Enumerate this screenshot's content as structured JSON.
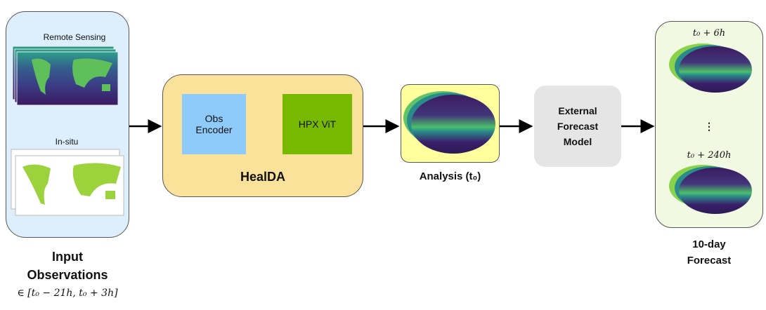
{
  "input": {
    "remote_label": "Remote Sensing",
    "insitu_label": "In-situ",
    "title_line1": "Input",
    "title_line2": "Observations",
    "time_range": "∈ [t₀ − 21h, t₀ + 3h]"
  },
  "healda": {
    "obs_encoder_line1": "Obs",
    "obs_encoder_line2": "Encoder",
    "hpx_vit": "HPX ViT",
    "title": "HealDA"
  },
  "analysis": {
    "label": "Analysis (t₀)"
  },
  "external": {
    "line1": "External",
    "line2": "Forecast",
    "line3": "Model"
  },
  "forecast": {
    "first_step": "t₀ +  6h",
    "ellipsis": "⋮",
    "last_step": "t₀ + 240h",
    "title_line1": "10-day",
    "title_line2": "Forecast"
  },
  "colors": {
    "input_bg": "#ddeefc",
    "healda_bg": "#fbe29b",
    "encoder": "#8ecbfa",
    "vit": "#76b900",
    "analysis_bg": "#ffff9e",
    "external_bg": "#e5e5e5",
    "forecast_bg": "#f2f9e2"
  }
}
